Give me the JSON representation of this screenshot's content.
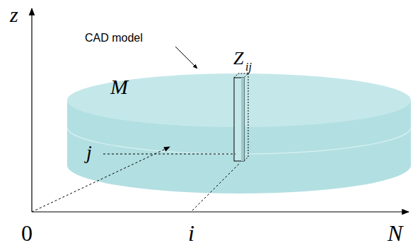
{
  "diagram": {
    "labels": [
      "z",
      "CAD model",
      "Z",
      "ij",
      "M",
      "j",
      "0",
      "i",
      "N"
    ]
  }
}
